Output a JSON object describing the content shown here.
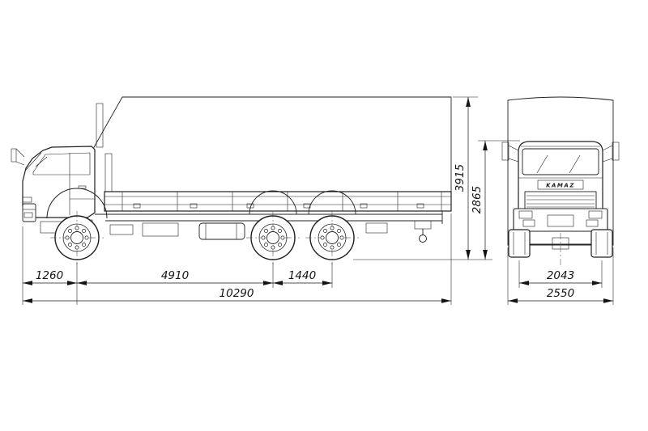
{
  "drawing": {
    "line_color": "#202020",
    "background_color": "#ffffff"
  },
  "side_view": {
    "dims": {
      "front_overhang_mm": "1260",
      "wheelbase_mm": "4910",
      "rear_bogie_spacing_mm": "1440",
      "overall_length_mm": "10290",
      "overall_height_mm": "3915",
      "cab_height_mm": "2865"
    }
  },
  "front_view": {
    "grille_badge": "KAMAZ",
    "dims": {
      "front_track_mm": "2043",
      "overall_width_mm": "2550"
    }
  }
}
